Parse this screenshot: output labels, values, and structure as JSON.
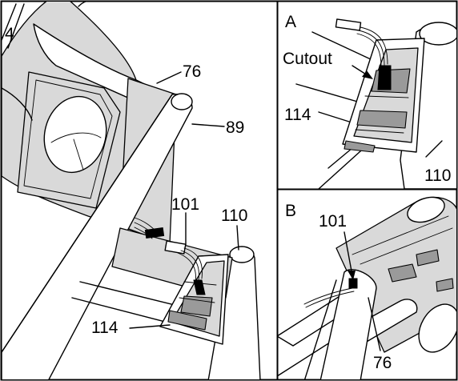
{
  "main_panel": {
    "step_number": "4",
    "callouts": {
      "p76": "76",
      "p89": "89",
      "p101": "101",
      "p110": "110",
      "p114": "114"
    }
  },
  "inset_a": {
    "label": "A",
    "cutout_label": "Cutout",
    "callouts": {
      "p114": "114",
      "p110": "110"
    }
  },
  "inset_b": {
    "label": "B",
    "callouts": {
      "p101": "101",
      "p76": "76"
    }
  }
}
